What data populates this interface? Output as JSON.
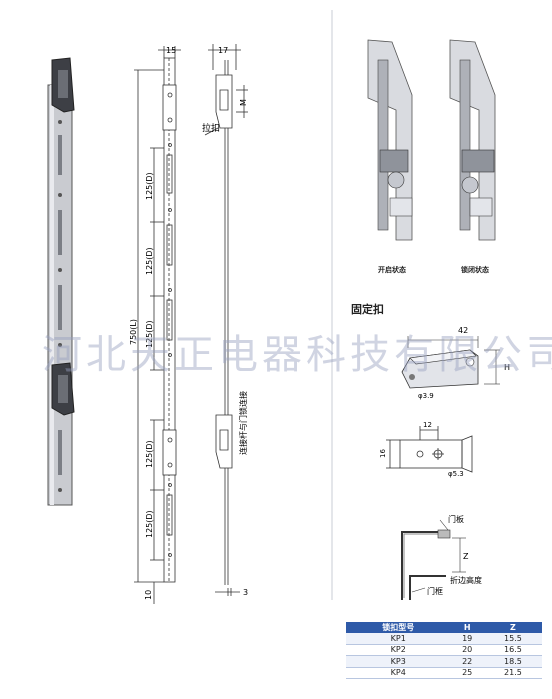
{
  "labels": {
    "dim_15": "15",
    "dim_17": "17",
    "dim_m": "M",
    "slider_label": "拉扣",
    "dim_125": "125(D)",
    "dim_total": "750(L)",
    "conn_label": "连接杆与门锁连接",
    "dim_10": "10",
    "dim_3": "3",
    "state_open": "开启状态",
    "state_locked": "锁闭状态",
    "fixed_title": "固定扣",
    "dim_42": "42",
    "dim_h": "H",
    "dim_39": "φ3.9",
    "dim_12": "12",
    "dim_16": "16",
    "dim_53": "φ5.3",
    "door_panel": "门板",
    "dim_z": "Z",
    "fold_height": "折边高度",
    "door_frame": "门框",
    "watermark": "河北天正电器科技有限公司"
  },
  "table": {
    "headers": [
      "锁扣型号",
      "H",
      "Z"
    ],
    "rows": [
      [
        "KP1",
        "19",
        "15.5"
      ],
      [
        "KP2",
        "20",
        "16.5"
      ],
      [
        "KP3",
        "22",
        "18.5"
      ],
      [
        "KP4",
        "25",
        "21.5"
      ]
    ]
  },
  "colors": {
    "table_header": "#2e5aa8",
    "line": "#333333",
    "watermark": "#96a0be"
  }
}
